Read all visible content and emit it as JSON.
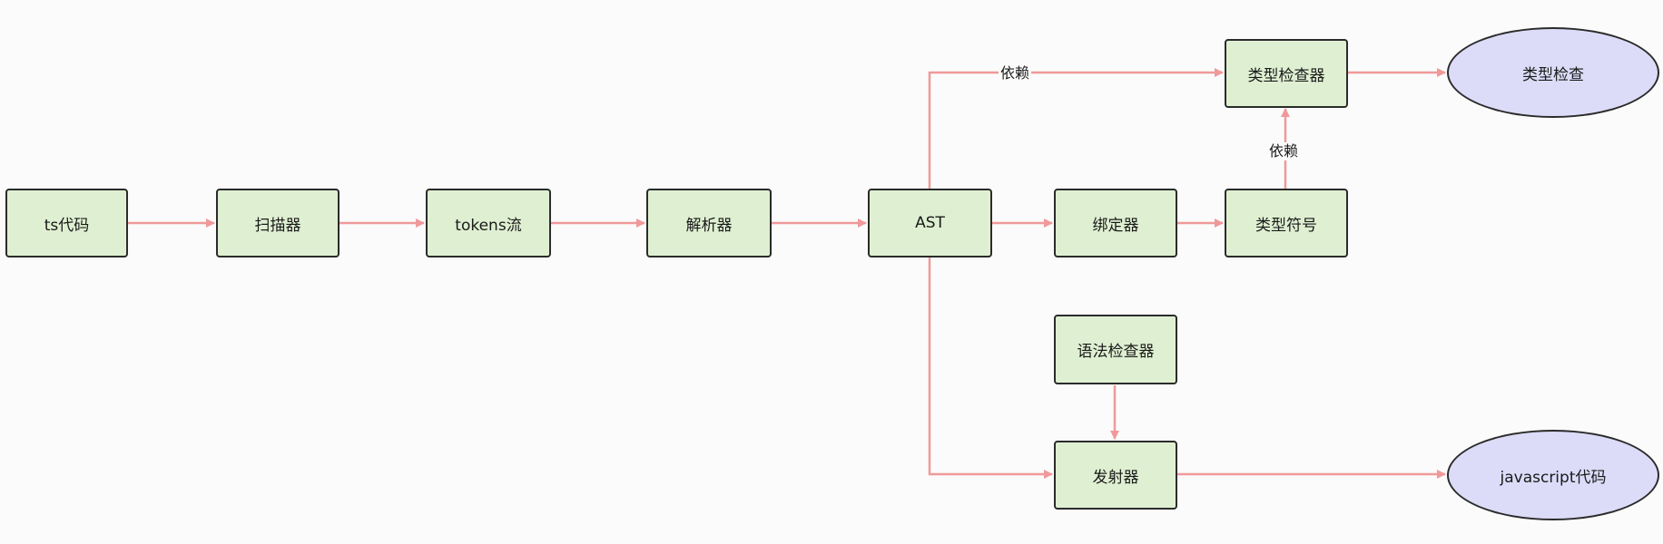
{
  "colors": {
    "node_fill": "#dff0d2",
    "terminal_fill": "#dcdcf9",
    "border": "#2b2b2b",
    "edge": "#f0999a"
  },
  "nodes": {
    "ts_code": "ts代码",
    "scanner": "扫描器",
    "tokens": "tokens流",
    "parser": "解析器",
    "ast": "AST",
    "binder": "绑定器",
    "type_symbol": "类型符号",
    "type_checker": "类型检查器",
    "type_check": "类型检查",
    "syntax_checker": "语法检查器",
    "emitter": "发射器",
    "js_code": "javascript代码"
  },
  "edge_labels": {
    "ast_to_checker": "依赖",
    "symbol_to_checker": "依赖"
  }
}
